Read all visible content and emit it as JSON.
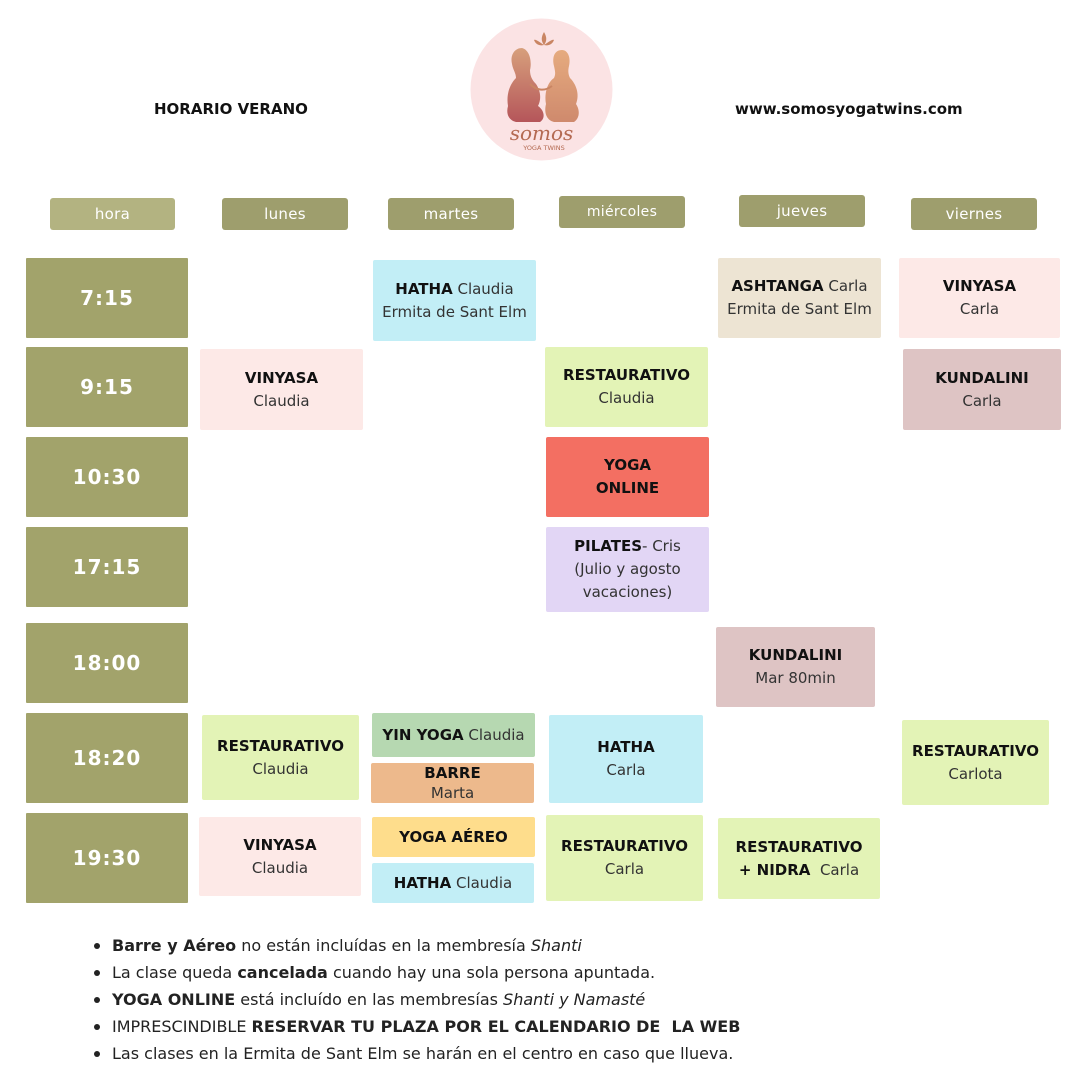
{
  "header": {
    "title": "HORARIO VERANO",
    "website": "www.somosyogatwins.com"
  },
  "logo": {
    "brand": "somos",
    "tagline": "YOGA TWINS",
    "bg_color": "#fbe3e4",
    "figure_color": "#c98563"
  },
  "colors": {
    "time_box": "#a2a36b",
    "day_pill": "#9e9e6d"
  },
  "days": [
    "hora",
    "lunes",
    "martes",
    "miércoles",
    "jueves",
    "viernes"
  ],
  "times": [
    "7:15",
    "9:15",
    "10:30",
    "17:15",
    "18:00",
    "18:20",
    "19:30"
  ],
  "classes": {
    "mar_715": {
      "name": "HATHA",
      "rest": " Claudia",
      "line2": "Ermita de Sant Elm"
    },
    "jue_715": {
      "name": "ASHTANGA",
      "rest": " Carla",
      "line2": "Ermita de Sant Elm"
    },
    "vie_715": {
      "name": "VINYASA",
      "line2": "Carla"
    },
    "lun_915": {
      "name": "VINYASA",
      "line2": "Claudia"
    },
    "mie_915": {
      "name": "RESTAURATIVO",
      "line2": "Claudia"
    },
    "vie_915": {
      "name": "KUNDALINI",
      "line2": "Carla"
    },
    "mie_1030": {
      "name": "YOGA",
      "line2": "ONLINE"
    },
    "mie_1715": {
      "name": "PILATES",
      "rest": "- Cris",
      "line2": "(Julio y agosto",
      "line3": "vacaciones)"
    },
    "jue_1800": {
      "name": "KUNDALINI",
      "line2": "Mar 80min"
    },
    "lun_1820": {
      "name": "RESTAURATIVO",
      "line2": "Claudia"
    },
    "mar_1820a": {
      "name": "YIN YOGA",
      "rest": " Claudia"
    },
    "mar_1820b": {
      "name": "BARRE",
      "line2": "Marta"
    },
    "mie_1820": {
      "name": "HATHA",
      "line2": "Carla"
    },
    "vie_1820": {
      "name": "RESTAURATIVO",
      "line2": "Carlota"
    },
    "lun_1930": {
      "name": "VINYASA",
      "line2": "Claudia"
    },
    "mar_1930a": {
      "name": "YOGA AÉREO"
    },
    "mar_1930b": {
      "name": "HATHA",
      "rest": " Claudia"
    },
    "mie_1930": {
      "name": "RESTAURATIVO",
      "line2": "Carla"
    },
    "jue_1930": {
      "name": "RESTAURATIVO",
      "name2": "+ NIDRA",
      "rest": "  Carla"
    }
  },
  "notes": [
    {
      "b": "Barre y Aéreo",
      "t": " no están incluídas en la membresía ",
      "i": "Shanti",
      "t2": ""
    },
    {
      "b": "",
      "t": "La clase queda ",
      "b2": "cancelada",
      "t2": " cuando hay una sola persona apuntada."
    },
    {
      "b": "YOGA ONLINE",
      "t": " está incluído en las membresías ",
      "i": "Shanti y Namasté",
      "t2": ""
    },
    {
      "b": "",
      "t": "IMPRESCINDIBLE ",
      "b2": "RESERVAR TU PLAZA POR EL CALENDARIO DE  LA WEB",
      "t2": ""
    },
    {
      "b": "",
      "t": "Las clases en la Ermita de Sant Elm se harán en el centro en caso que llueva.",
      "t2": ""
    }
  ]
}
